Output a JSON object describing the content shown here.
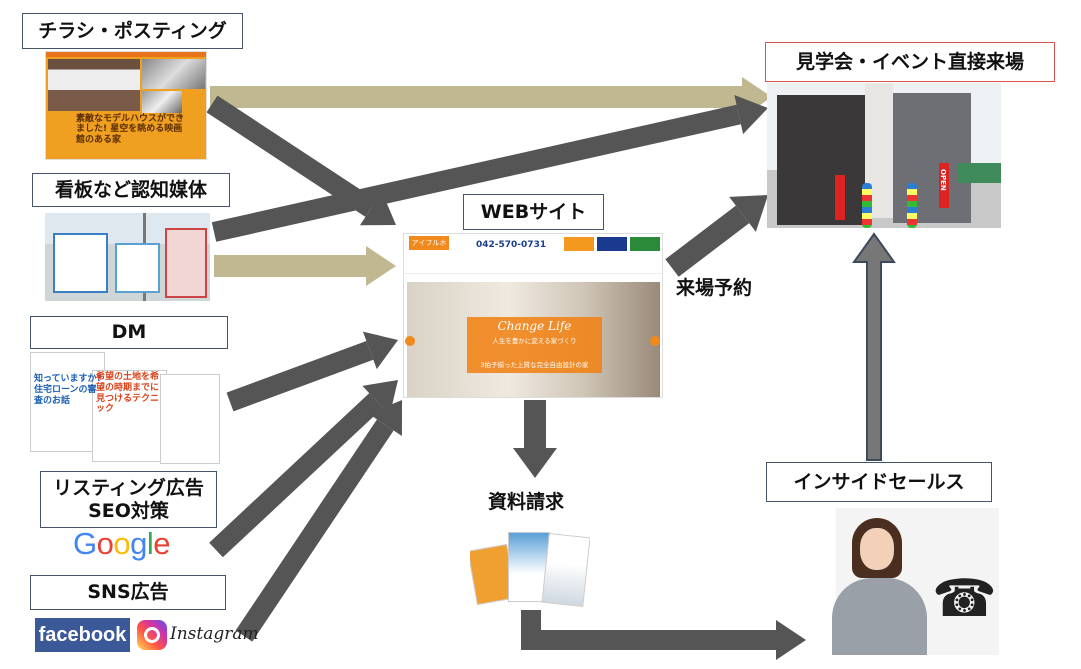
{
  "sources": {
    "flyer": {
      "label": "チラシ・ポスティング",
      "image_text": "素敵なモデルハウスができました! 星空を眺める映画館のある家"
    },
    "signboard": {
      "label": "看板など認知媒体"
    },
    "dm": {
      "label": "DM",
      "image_text_1": "知っていますか? 住宅ローンの審査のお話",
      "image_text_2": "希望の土地を希望の時期までに見つけるテクニック"
    },
    "listing": {
      "label_line1": "リスティング広告",
      "label_line2": "SEO対策",
      "logo": "Google"
    },
    "sns": {
      "label": "SNS広告",
      "logo_facebook": "facebook",
      "logo_instagram": "Instagram"
    }
  },
  "website": {
    "label": "WEBサイト",
    "logo": "アイフルホーム",
    "phone": "042-570-0731",
    "hero_title": "Change Life",
    "hero_subtitle": "人生を豊かに変える家づくり",
    "hero_caption": "3拍子揃った上質な完全自由設計の家"
  },
  "visit_reservation": "来場予約",
  "direct_visit": {
    "label": "見学会・イベント直接来場",
    "flag_text": "OPEN"
  },
  "document_request": "資料請求",
  "inside_sales": {
    "label": "インサイドセールス",
    "icon": "telephone-icon"
  },
  "colors": {
    "arrow_dark": "#555555",
    "arrow_tan": "#bfb890",
    "label_border": "#44546a",
    "direct_visit_border": "#d9534f",
    "accent_orange": "#f08a1c"
  }
}
